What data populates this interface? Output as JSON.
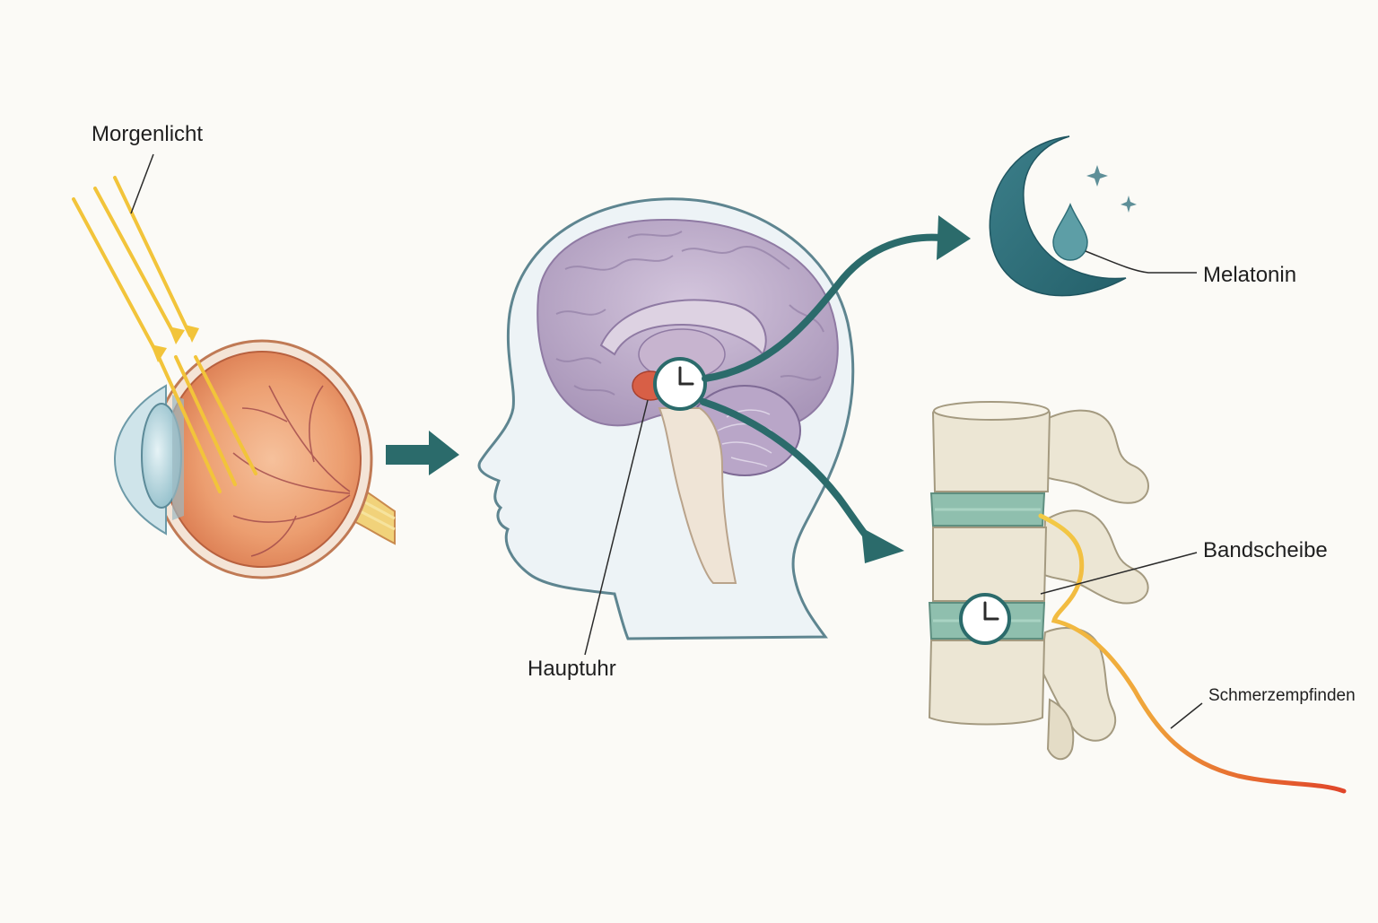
{
  "labels": {
    "morning_light": "Morgenlicht",
    "master_clock": "Hauptuhr",
    "melatonin": "Melatonin",
    "disc": "Bandscheibe",
    "pain_perception": "Schmerzempfinden"
  },
  "colors": {
    "background": "#fbfaf6",
    "teal_arrow": "#2b6b6b",
    "light_ray": "#f2c43a",
    "eye_orange": "#e89a6c",
    "brain_purple": "#b9a8c8",
    "head_outline": "#5e8590",
    "moon_teal": "#2f6e78",
    "bone": "#ece6d4",
    "disc_green": "#8fbfae",
    "nerve_yellow": "#f0c040",
    "nerve_red": "#e0502a"
  },
  "icons": [
    "sun-ray-icon",
    "clock-icon",
    "moon-icon",
    "star-icon",
    "droplet-icon",
    "arrow-icon"
  ]
}
